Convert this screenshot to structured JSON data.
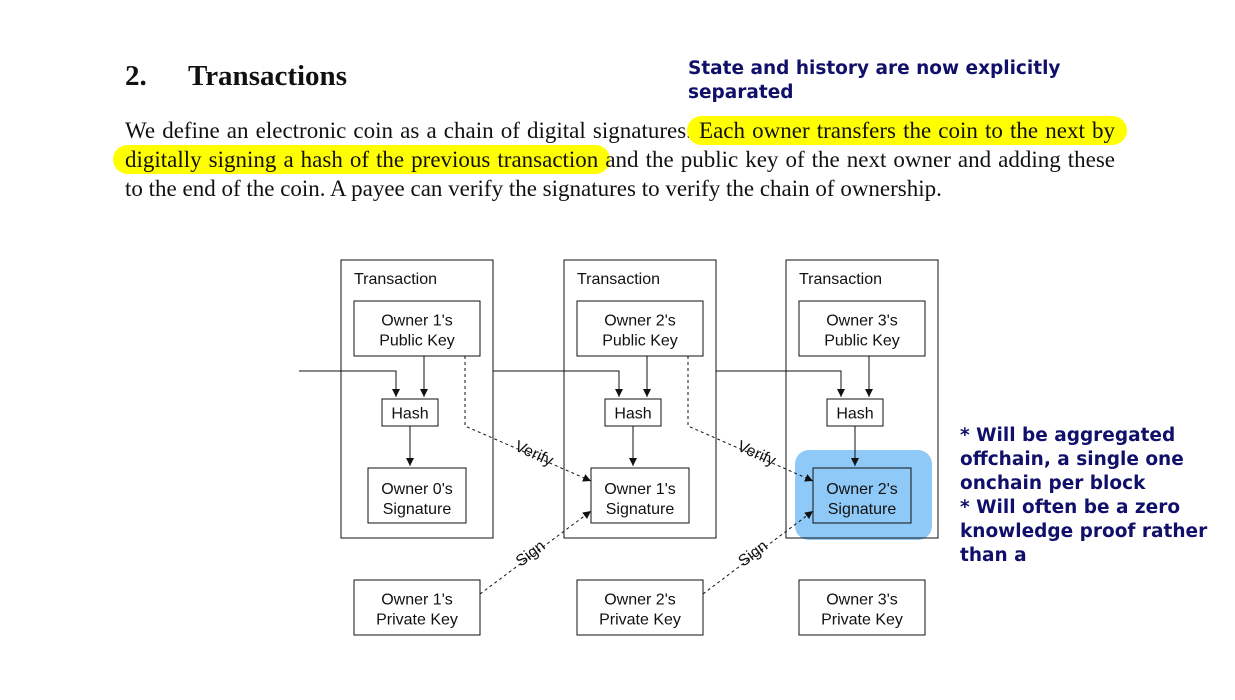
{
  "heading": {
    "number": "2.",
    "title": "Transactions"
  },
  "annotation_top": "State and history are now explicitly separated",
  "annotation_side": [
    "* Will be aggregated offchain, a single one onchain per block",
    "* Will often be a zero knowledge proof rather than a"
  ],
  "paragraph": {
    "part1": "We define an electronic coin as a chain of digital signatures.  ",
    "highlight": "Each owner transfers the coin to the next by digitally signing a hash of the previous transaction",
    "part2": " and the public key of the next owner and adding these to the end of the coin.  A payee can verify the signatures to verify the chain of ownership."
  },
  "diagram": {
    "transaction_label": "Transaction",
    "hash_label": "Hash",
    "verify_label": "Verify",
    "sign_label": "Sign",
    "public_keys": [
      [
        "Owner 1's",
        "Public Key"
      ],
      [
        "Owner 2's",
        "Public Key"
      ],
      [
        "Owner 3's",
        "Public Key"
      ]
    ],
    "signatures": [
      [
        "Owner 0's",
        "Signature"
      ],
      [
        "Owner 1's",
        "Signature"
      ],
      [
        "Owner 2's",
        "Signature"
      ]
    ],
    "private_keys": [
      [
        "Owner 1's",
        "Private Key"
      ],
      [
        "Owner 2's",
        "Private Key"
      ],
      [
        "Owner 3's",
        "Private Key"
      ]
    ],
    "highlight_color": "#8ec9f7",
    "text_highlight_color": "#ffff00",
    "annotation_color": "#10106a"
  }
}
